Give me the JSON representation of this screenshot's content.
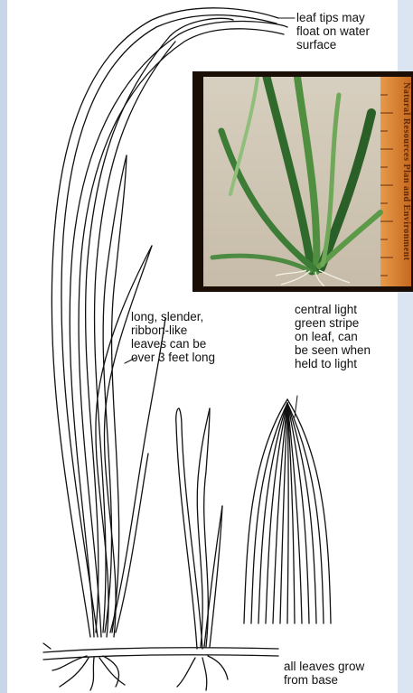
{
  "labels": {
    "leaf_tips": "leaf tips may\nfloat on water\nsurface",
    "long_leaves": "long, slender,\nribbon-like\nleaves can be\nover 3 feet long",
    "central_stripe": "central light\ngreen stripe\non leaf, can\nbe seen when\nheld to light",
    "grow_from_base": "all leaves grow\nfrom base"
  },
  "photo": {
    "ruler_text": "Natural Resources Plan and Environment"
  },
  "colors": {
    "background": "#c9d6e8",
    "panel": "#ffffff",
    "line_art": "#111111",
    "photo_frame": "#1a0d05",
    "ruler": "#d27a2c",
    "leaf_green": "#3f7a3a"
  }
}
